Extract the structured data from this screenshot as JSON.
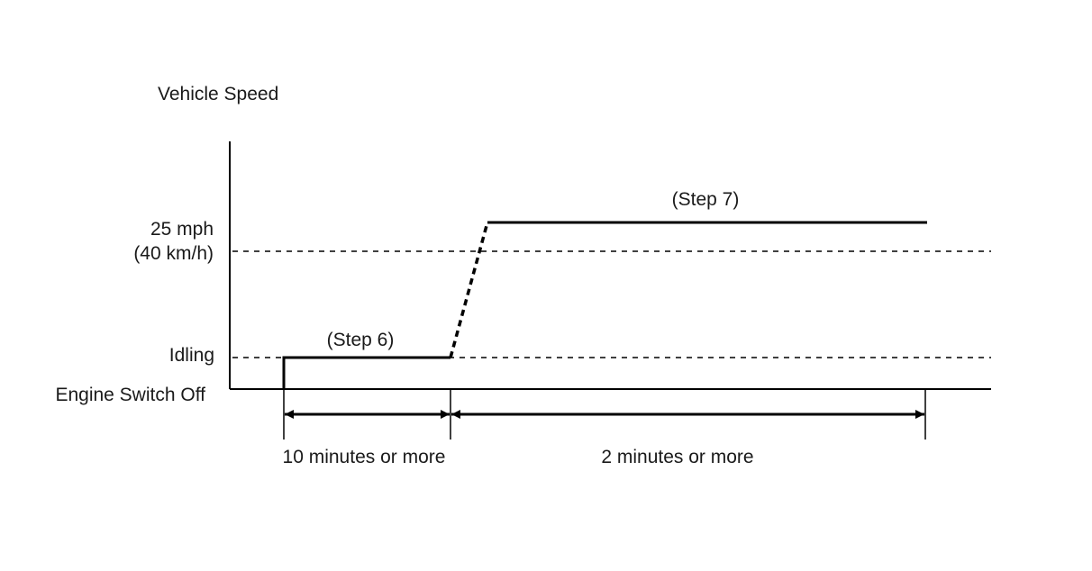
{
  "diagram": {
    "y_axis_title": "Vehicle Speed",
    "levels": {
      "speed_line1": "25 mph",
      "speed_line2": "(40 km/h)",
      "idle": "Idling",
      "off": "Engine Switch Off"
    },
    "steps": {
      "step6": "(Step 6)",
      "step7": "(Step 7)"
    },
    "durations": {
      "first": "10 minutes or more",
      "second": "2 minutes or more"
    }
  }
}
